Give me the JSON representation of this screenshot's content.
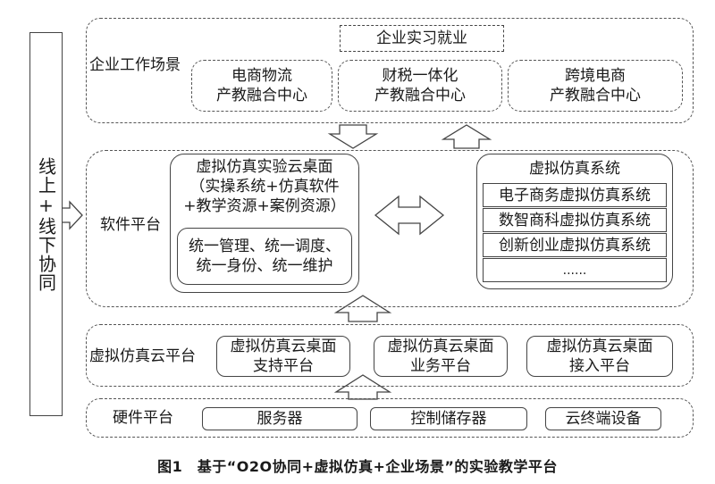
{
  "side_label": "线上+线下协同",
  "enterprise": {
    "label": "企业工作场景",
    "top_box": "企业实习就业",
    "centers": [
      {
        "line1": "电商物流",
        "line2": "产教融合中心"
      },
      {
        "line1": "财税一体化",
        "line2": "产教融合中心"
      },
      {
        "line1": "跨境电商",
        "line2": "产教融合中心"
      }
    ]
  },
  "software": {
    "label": "软件平台",
    "desktop": {
      "title": "虚拟仿真实验云桌面",
      "line2": "（实操系统+仿真软件",
      "line3": "+教学资源+案例资源）",
      "mgmt1": "统一管理、统一调度、",
      "mgmt2": "统一身份、统一维护"
    },
    "system": {
      "title": "虚拟仿真系统",
      "items": [
        "电子商务虚拟仿真系统",
        "数智商科虚拟仿真系统",
        "创新创业虚拟仿真系统",
        "......"
      ]
    }
  },
  "cloud": {
    "label": "虚拟仿真云平台",
    "boxes": [
      {
        "line1": "虚拟仿真云桌面",
        "line2": "支持平台"
      },
      {
        "line1": "虚拟仿真云桌面",
        "line2": "业务平台"
      },
      {
        "line1": "虚拟仿真云桌面",
        "line2": "接入平台"
      }
    ]
  },
  "hardware": {
    "label": "硬件平台",
    "boxes": [
      "服务器",
      "控制储存器",
      "云终端设备"
    ]
  },
  "caption": "图1　基于“O2O协同+虚拟仿真+企业场景”的实验教学平台"
}
